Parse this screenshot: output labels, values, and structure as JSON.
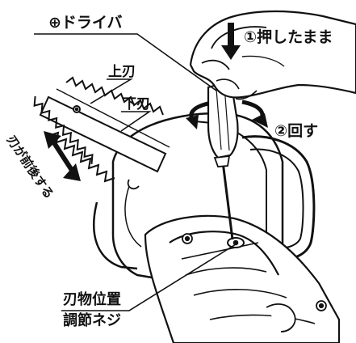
{
  "labels": {
    "screwdriver": "⊕ドライバ",
    "step1": "①押したまま",
    "step2": "②回す",
    "upper_blade": "上刃",
    "lower_blade": "下刃",
    "blade_movement": "刃が前後する",
    "adjust_screw_line1": "刃物位置",
    "adjust_screw_line2": "調節ネジ"
  },
  "colors": {
    "ink": "#111111",
    "paper": "#ffffff"
  },
  "icons": [
    "push-down-arrow-icon",
    "rotate-left-arrow-icon",
    "rotate-right-arrow-icon",
    "double-headed-arrow-icon"
  ]
}
